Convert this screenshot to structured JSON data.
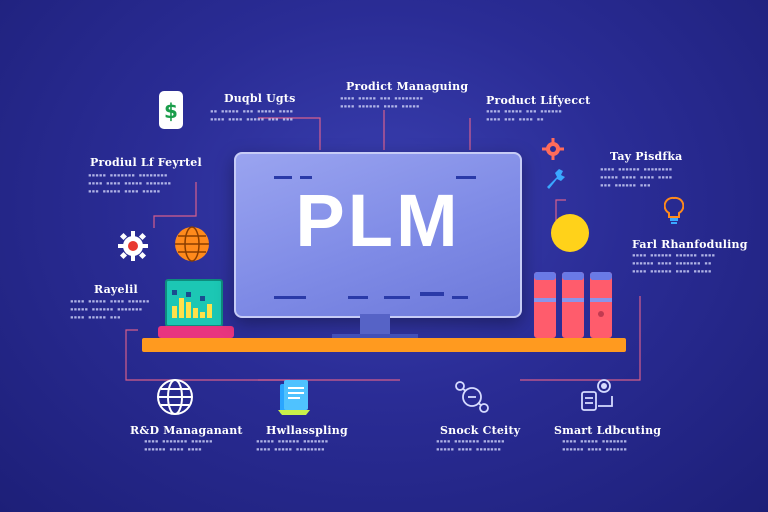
{
  "center": {
    "title": "PLM"
  },
  "labels": {
    "digital_rights": "Duqbl Ugts",
    "product_managing": "Prodict Managuing",
    "product_lifecycle_top": "Product Lifyecct",
    "product_lifecycle_left": "Prodiul Lf Feyrtel",
    "toy_profiles": "Tay Pisdfka",
    "fast_manufacturing": "Farl Rhanfoduling",
    "royalty": "Rayelil",
    "rd_management": "R&D Managanant",
    "mapping": "Hwllasspling",
    "smart_clarity": "Snock Cteity",
    "smart_lubricating": "Smart Ldbcuting"
  },
  "colors": {
    "background": "#2a2c95",
    "shelf": "#ff9a1f",
    "monitor": "#8a95ea",
    "accent_yellow": "#ffd21a",
    "accent_red": "#ff5c6c",
    "accent_teal": "#1cc7b4"
  },
  "icons": [
    "dollar-icon",
    "gear-icon",
    "globe-icon",
    "bar-chart-icon",
    "wrench-icon",
    "sun-icon",
    "lightbulb-icon",
    "books-icon",
    "network-globe-icon",
    "document-icon",
    "process-icon",
    "workflow-icon"
  ]
}
